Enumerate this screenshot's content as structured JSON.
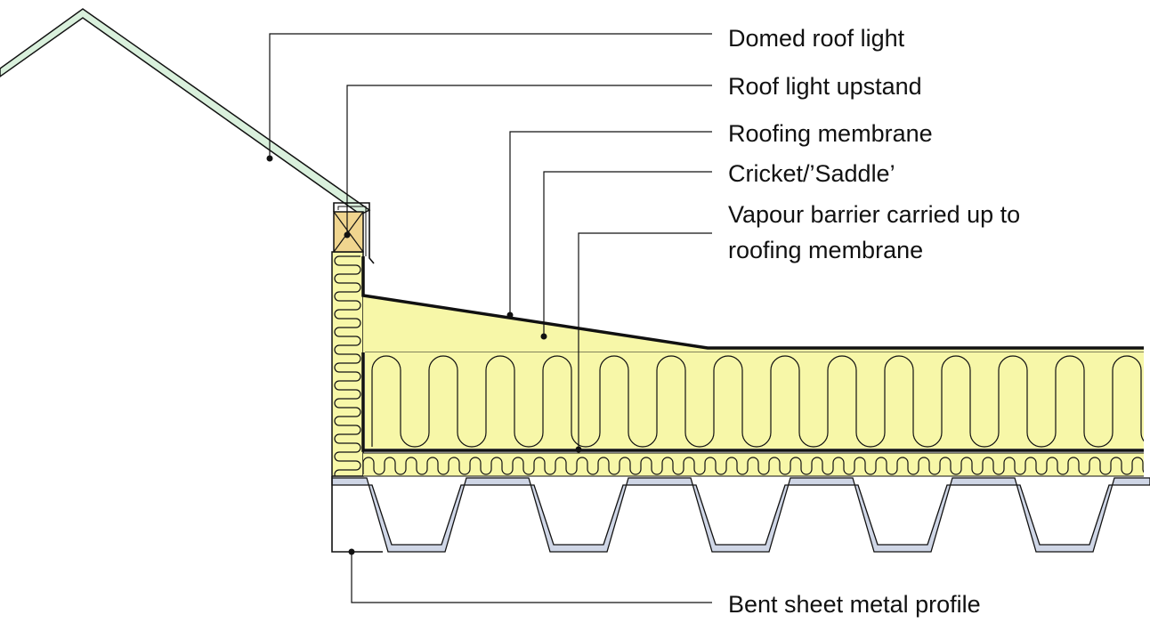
{
  "labels": {
    "domed_roof_light": "Domed roof light",
    "roof_light_upstand": "Roof light upstand",
    "roofing_membrane": "Roofing membrane",
    "cricket_saddle": "Cricket/’Saddle’",
    "vapour_barrier_line1": "Vapour barrier carried up to",
    "vapour_barrier_line2": "roofing membrane",
    "bent_sheet_metal_profile": "Bent sheet metal profile"
  },
  "colors": {
    "insulation": "#f7f7a8",
    "dome": "#d9f0dc",
    "deck": "#cfd6e6",
    "timber": "#f0d58f",
    "outline": "#111111"
  }
}
